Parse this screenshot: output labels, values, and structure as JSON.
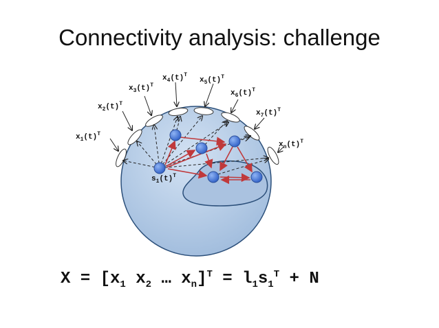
{
  "title": "Connectivity analysis: challenge",
  "sensor_labels": [
    {
      "base": "x",
      "sub": "1",
      "suffix": "(t)",
      "sup": "T"
    },
    {
      "base": "x",
      "sub": "2",
      "suffix": "(t)",
      "sup": "T"
    },
    {
      "base": "x",
      "sub": "3",
      "suffix": "(t)",
      "sup": "T"
    },
    {
      "base": "x",
      "sub": "4",
      "suffix": "(t)",
      "sup": "T"
    },
    {
      "base": "x",
      "sub": "5",
      "suffix": "(t)",
      "sup": "T"
    },
    {
      "base": "x",
      "sub": "6",
      "suffix": "(t)",
      "sup": "T"
    },
    {
      "base": "x",
      "sub": "7",
      "suffix": "(t)",
      "sup": "T"
    },
    {
      "base": "x",
      "sub": "n",
      "suffix": "(t)",
      "sup": "T"
    }
  ],
  "source_label": {
    "base": "s",
    "sub": "1",
    "suffix": "(t)",
    "sup": "T"
  },
  "equation": {
    "lhs": "X = [x",
    "s1": "1",
    "mid1": " x",
    "s2": "2",
    "ell": " … x",
    "sn": "n",
    "close": "]",
    "supT": "T",
    "eq": " = l",
    "sl": "1",
    "sv": "s",
    "ss": "1",
    "supT2": "T",
    "tail": " + N"
  },
  "colors": {
    "head_fill": "#b6cde6",
    "head_stroke": "#2b4f7a",
    "node": "#4f7fd8",
    "red_arrow": "#c0393b",
    "dashed": "#222222"
  }
}
